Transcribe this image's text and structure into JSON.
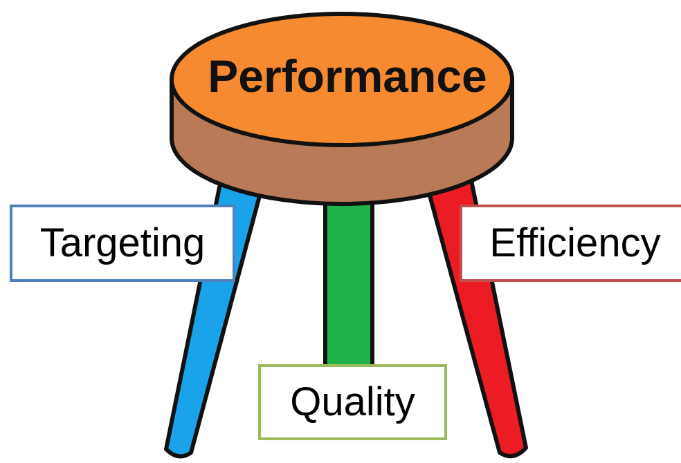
{
  "diagram": {
    "seat_label": "Performance",
    "pillars": [
      {
        "label": "Targeting",
        "leg_color": "#1aa3e8",
        "border_color": "#4f81bd"
      },
      {
        "label": "Quality",
        "leg_color": "#21b14a",
        "border_color": "#9bbb59"
      },
      {
        "label": "Efficiency",
        "leg_color": "#ec1c24",
        "border_color": "#c0504d"
      }
    ],
    "seat_colors": {
      "top": "#f68a30",
      "rim": "#b97a57",
      "outline": "#111111"
    },
    "icons": [
      "stool-icon"
    ]
  }
}
